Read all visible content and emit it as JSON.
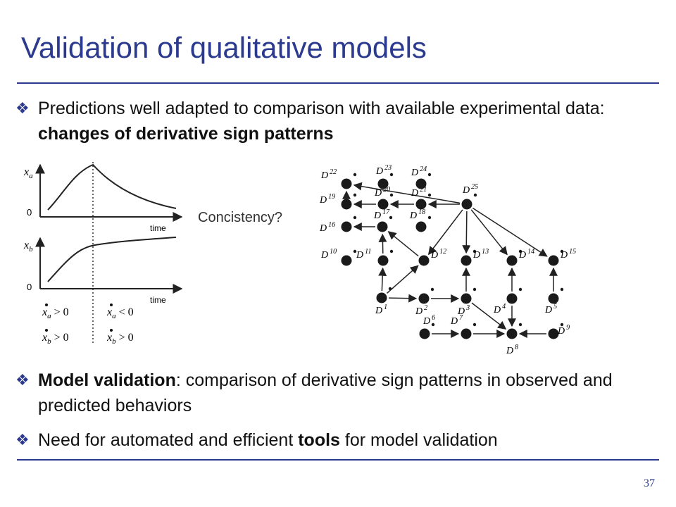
{
  "title": "Validation of qualitative models",
  "bullets": [
    {
      "pre": "Predictions well adapted to comparison with available experimental data: ",
      "bold": "changes of derivative sign patterns",
      "post": ""
    },
    {
      "pre": "",
      "bold": "Model validation",
      "post": ": comparison of derivative sign patterns in observed and predicted behaviors"
    },
    {
      "pre": "Need for automated and efficient ",
      "bold": "tools",
      "post": " for model validation"
    }
  ],
  "consistency": "Concistency?",
  "page_number": "37",
  "plots": {
    "top": {
      "var": "x",
      "sub": "a",
      "zero": "0",
      "time": "time"
    },
    "bottom": {
      "var": "x",
      "sub": "b",
      "zero": "0",
      "time": "time"
    }
  },
  "conditions": [
    {
      "var": "x",
      "sub": "a",
      "rel": "> 0"
    },
    {
      "var": "x",
      "sub": "a",
      "rel": "< 0"
    },
    {
      "var": "x",
      "sub": "b",
      "rel": "> 0"
    },
    {
      "var": "x",
      "sub": "b",
      "rel": "> 0"
    }
  ],
  "nodes": [
    {
      "id": "1",
      "label": "D",
      "sup": "1"
    },
    {
      "id": "2",
      "label": "D",
      "sup": "2"
    },
    {
      "id": "3",
      "label": "D",
      "sup": "3"
    },
    {
      "id": "4",
      "label": "D",
      "sup": "4"
    },
    {
      "id": "5",
      "label": "D",
      "sup": "5"
    },
    {
      "id": "6",
      "label": "D",
      "sup": "6"
    },
    {
      "id": "7",
      "label": "D",
      "sup": "7"
    },
    {
      "id": "8",
      "label": "D",
      "sup": "8"
    },
    {
      "id": "9",
      "label": "D",
      "sup": "9"
    },
    {
      "id": "10",
      "label": "D",
      "sup": "10"
    },
    {
      "id": "11",
      "label": "D",
      "sup": "11"
    },
    {
      "id": "12",
      "label": "D",
      "sup": "12"
    },
    {
      "id": "13",
      "label": "D",
      "sup": "13"
    },
    {
      "id": "14",
      "label": "D",
      "sup": "14"
    },
    {
      "id": "15",
      "label": "D",
      "sup": "15"
    },
    {
      "id": "16",
      "label": "D",
      "sup": "16"
    },
    {
      "id": "17",
      "label": "D",
      "sup": "17"
    },
    {
      "id": "18",
      "label": "D",
      "sup": "18"
    },
    {
      "id": "19",
      "label": "D",
      "sup": "19"
    },
    {
      "id": "20",
      "label": "D",
      "sup": "20"
    },
    {
      "id": "21",
      "label": "D",
      "sup": "21"
    },
    {
      "id": "22",
      "label": "D",
      "sup": "22"
    },
    {
      "id": "23",
      "label": "D",
      "sup": "23"
    },
    {
      "id": "24",
      "label": "D",
      "sup": "24"
    },
    {
      "id": "25",
      "label": "D",
      "sup": "25"
    }
  ],
  "edges": [
    [
      "25",
      "21"
    ],
    [
      "25",
      "12"
    ],
    [
      "25",
      "13"
    ],
    [
      "25",
      "14"
    ],
    [
      "25",
      "15"
    ],
    [
      "21",
      "20"
    ],
    [
      "20",
      "19"
    ],
    [
      "19",
      "22"
    ],
    [
      "17",
      "16"
    ],
    [
      "12",
      "17"
    ],
    [
      "11",
      "17"
    ],
    [
      "1",
      "11"
    ],
    [
      "1",
      "12"
    ],
    [
      "1",
      "2"
    ],
    [
      "2",
      "3"
    ],
    [
      "3",
      "13"
    ],
    [
      "4",
      "14"
    ],
    [
      "5",
      "15"
    ],
    [
      "6",
      "7"
    ],
    [
      "7",
      "8"
    ],
    [
      "3",
      "8"
    ],
    [
      "4",
      "8"
    ],
    [
      "9",
      "8"
    ],
    [
      "25",
      "22"
    ]
  ]
}
